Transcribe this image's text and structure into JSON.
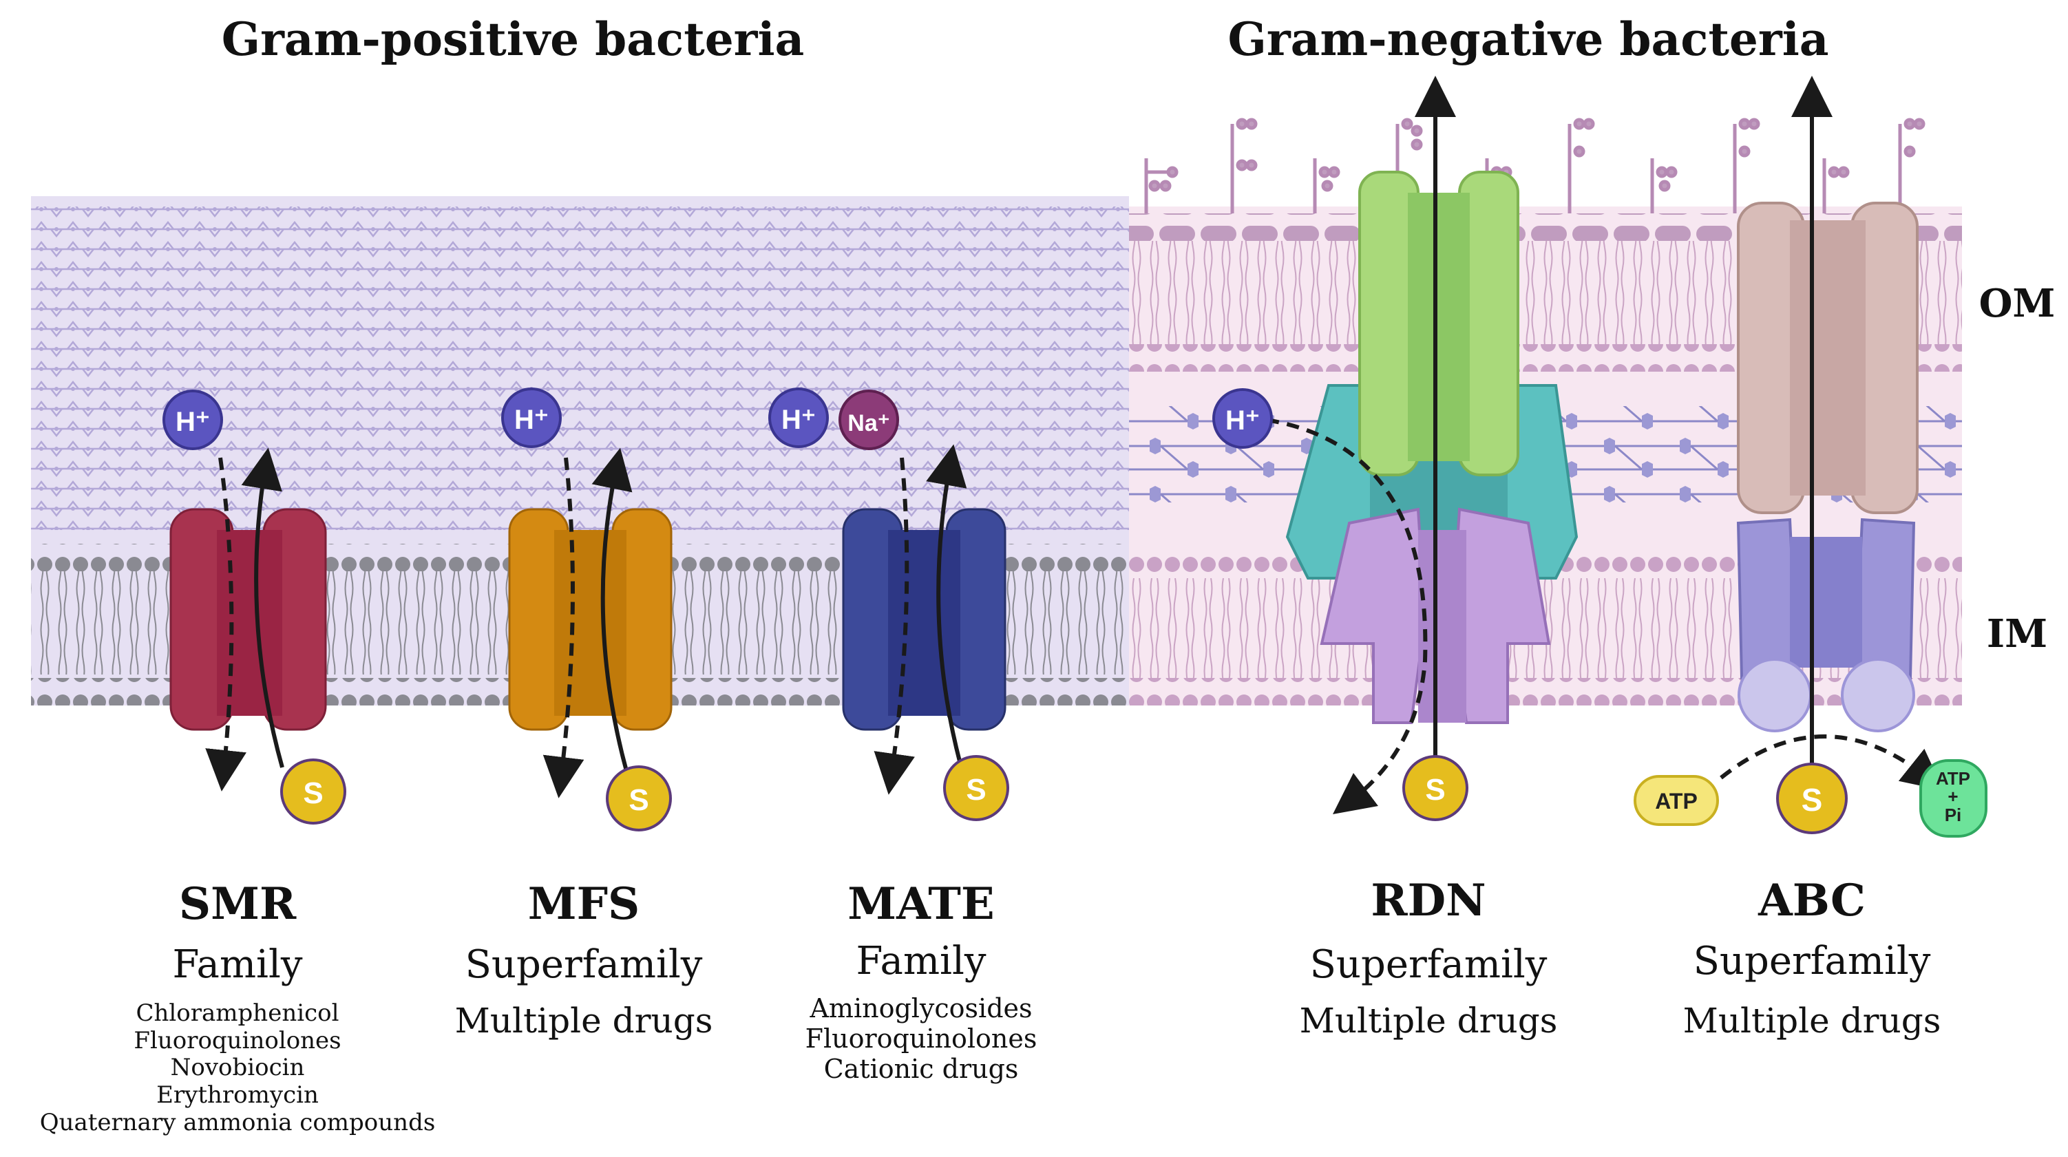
{
  "headings": {
    "gram_positive": "Gram-positive bacteria",
    "gram_negative": "Gram-negative bacteria"
  },
  "membrane_labels": {
    "om": "OM",
    "im": "IM"
  },
  "ions": {
    "proton": "H⁺",
    "sodium": "Na⁺"
  },
  "substrate_label": "S",
  "energy": {
    "atp": "ATP",
    "atp_pi_top": "ATP",
    "atp_pi_mid": "+",
    "atp_pi_bot": "Pi"
  },
  "colors": {
    "smr": "#a8334f",
    "mfs": "#d48a12",
    "mate": "#3d4a9a",
    "rnd_tolc": "#a9d97a",
    "rnd_adaptor": "#5cc1c0",
    "rnd_pump": "#c3a0de",
    "abc_channel": "#d8bcb8",
    "abc_pump": "#9c95d8",
    "proton": "#5b55c0",
    "sodium": "#8c3b78",
    "substrate": "#e5bd1e"
  },
  "transporters": [
    {
      "name": "SMR",
      "type": "Family",
      "drugs": [
        "Chloramphenicol",
        "Fluoroquinolones",
        "Novobiocin",
        "Erythromycin",
        "Quaternary ammonia compounds"
      ]
    },
    {
      "name": "MFS",
      "type": "Superfamily",
      "drugs": [
        "Multiple drugs"
      ]
    },
    {
      "name": "MATE",
      "type": "Family",
      "drugs": [
        "Aminoglycosides",
        "Fluoroquinolones",
        "Cationic drugs"
      ]
    },
    {
      "name": "RDN",
      "type": "Superfamily",
      "drugs": [
        "Multiple drugs"
      ]
    },
    {
      "name": "ABC",
      "type": "Superfamily",
      "drugs": [
        "Multiple drugs"
      ]
    }
  ]
}
